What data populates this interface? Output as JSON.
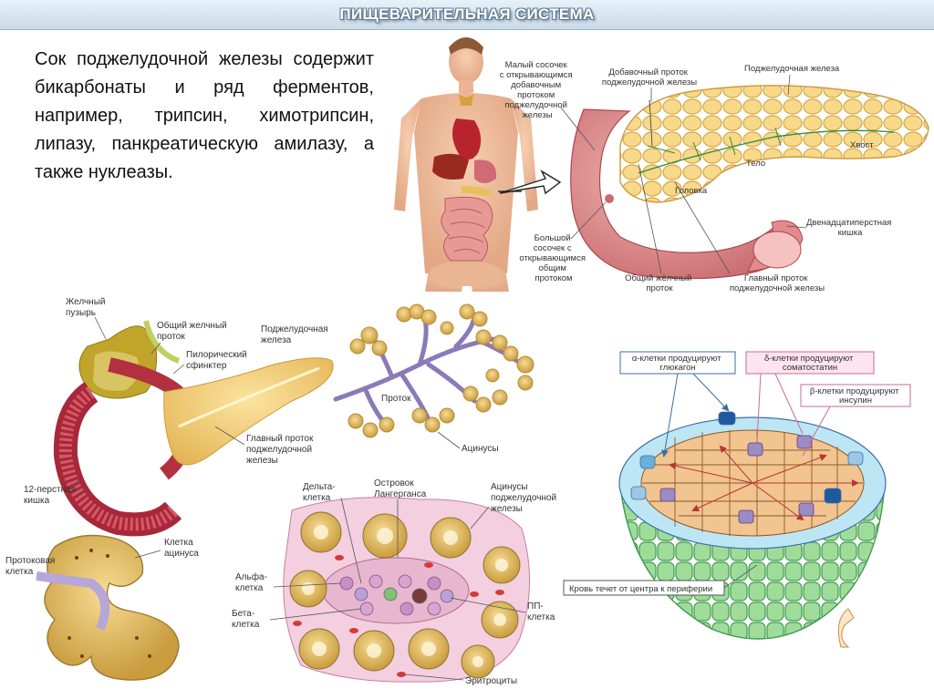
{
  "title": "ПИЩЕВАРИТЕЛЬНАЯ СИСТЕМА",
  "intro": "Сок поджелудочной железы содержит бикарбонаты и ряд ферментов, например, трипсин, химотрипсин, липазу, панкреатическую амилазу, а также нуклеазы.",
  "fig_top": {
    "small_papilla": [
      "Малый сосочек",
      "с открывающимся",
      "добавочным",
      "протоком",
      "поджелудочной",
      "железы"
    ],
    "accessory_duct": [
      "Добавочный проток",
      "поджелудочной железы"
    ],
    "pancreas": "Поджелудочная железа",
    "tail": "Хвост",
    "body": "Тело",
    "head": "Головка",
    "duodenum": [
      "Двенадцатиперстная",
      "кишка"
    ],
    "large_papilla": [
      "Большой",
      "сосочек с",
      "открывающимся",
      "общим",
      "протоком"
    ],
    "common_bile_duct": [
      "Общий жёлчный",
      "проток"
    ],
    "main_duct": [
      "Главный проток",
      "поджелудочной железы"
    ]
  },
  "fig_gland": {
    "gallbladder": [
      "Желчный",
      "пузырь"
    ],
    "common_bile_duct": [
      "Общий желчный",
      "проток"
    ],
    "pylorus": [
      "Пилорический",
      "сфинктер"
    ],
    "pancreas": [
      "Поджелудочная",
      "железа"
    ],
    "main_duct": [
      "Главный проток",
      "поджелудочной",
      "железы"
    ],
    "duodenum": [
      "12-перстная",
      "кишка"
    ]
  },
  "fig_ducts": {
    "duct": "Проток",
    "acini": "Ацинусы"
  },
  "fig_acinus": {
    "acinus_cell": [
      "Клетка",
      "ацинуса"
    ],
    "duct_cell": [
      "Протоковая",
      "клетка"
    ]
  },
  "fig_islet": {
    "delta": [
      "Дельта-",
      "клетка"
    ],
    "islet": [
      "Островок",
      "Лангерганса"
    ],
    "acini": [
      "Ацинусы",
      "поджелудочной",
      "железы"
    ],
    "alpha": [
      "Альфа-",
      "клетка"
    ],
    "beta": [
      "Бета-",
      "клетка"
    ],
    "pp": [
      "ПП-",
      "клетка"
    ],
    "rbc": "Эритроциты"
  },
  "fig_3d": {
    "alpha": [
      "α-клетки продуцируют",
      "глюкагон"
    ],
    "delta": [
      "δ-клетки продуцируют",
      "соматостатин"
    ],
    "beta": [
      "β-клетки продуцируют",
      "инсулин"
    ],
    "flow": "Кровь течет от центра к периферии"
  },
  "colors": {
    "beta_cell": "#e8b47a",
    "alpha_cell": "#9ec6e6",
    "delta_cell": "#9b8cc4",
    "acinus": "#e0b866",
    "gut_wall": "#c25560"
  }
}
